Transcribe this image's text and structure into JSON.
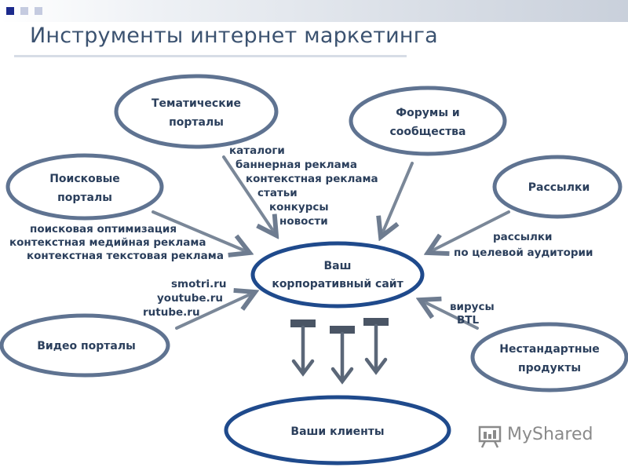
{
  "title": "Инструменты интернет маркетинга",
  "nodes": {
    "thematic": [
      "Тематические",
      "порталы"
    ],
    "forums": [
      "Форумы и",
      "сообщества"
    ],
    "search": [
      "Поисковые",
      "порталы"
    ],
    "mailing": [
      "Рассылки"
    ],
    "center": [
      "Ваш",
      "корпоративный сайт"
    ],
    "video": [
      "Видео порталы"
    ],
    "nonstandard": [
      "Нестандартные",
      "продукты"
    ],
    "clients": [
      "Ваши клиенты"
    ]
  },
  "labels": {
    "thematic": [
      "каталоги",
      "баннерная реклама",
      "контекстная реклама",
      "статьи",
      "конкурсы",
      "новости"
    ],
    "search": [
      "поисковая оптимизация",
      "контекстная медийная реклама",
      "контекстная текстовая реклама"
    ],
    "mailing": [
      "рассылки",
      "по целевой аудитории"
    ],
    "video": [
      "smotri.ru",
      "youtube.ru",
      "rutube.ru"
    ],
    "nonstandard": [
      "вирусы",
      "BTL"
    ]
  },
  "watermark": "MyShared",
  "colors": {
    "title": "#3b5270",
    "ellipse_stroke": "#5f7391",
    "center_stroke": "#1f4a8c",
    "arrow": "#6e7c90",
    "text": "#2b3f5c",
    "topbar_left": "#ffffff",
    "topbar_right": "#cfd5df",
    "square_dark": "#1c2a8c"
  }
}
